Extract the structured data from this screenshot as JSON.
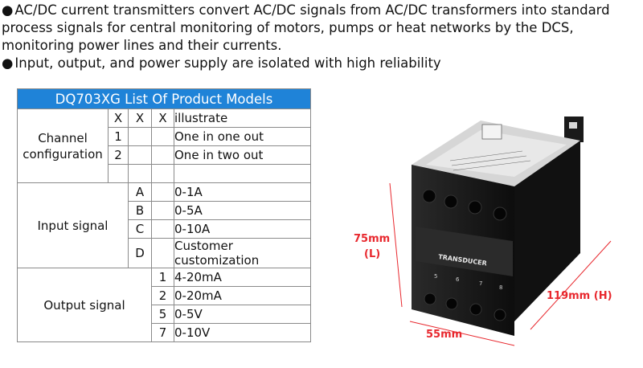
{
  "intro": {
    "line1": "AC/DC current transmitters convert AC/DC signals from AC/DC transformers into standard",
    "line2": "process signals for central monitoring of motors, pumps or heat networks by the DCS,",
    "line3": "monitoring power lines and their currents.",
    "line4": "Input, output, and power supply are isolated with high reliability"
  },
  "table": {
    "title": "DQ703XG List Of Product Models",
    "header": {
      "c1": "X",
      "c2": "X",
      "c3": "X",
      "desc": "illustrate"
    },
    "channel": {
      "label_line1": "Channel",
      "label_line2": "configuration",
      "rows": [
        {
          "code": "1",
          "desc": "One in one out"
        },
        {
          "code": "2",
          "desc": "One in two out"
        }
      ]
    },
    "input": {
      "label": "Input signal",
      "rows": [
        {
          "code": "A",
          "desc": "0-1A"
        },
        {
          "code": "B",
          "desc": "0-5A"
        },
        {
          "code": "C",
          "desc": "0-10A"
        },
        {
          "code": "D",
          "desc": "Customer customization"
        }
      ]
    },
    "output": {
      "label": "Output signal",
      "rows": [
        {
          "code": "1",
          "desc": "4-20mA"
        },
        {
          "code": "2",
          "desc": "0-20mA"
        },
        {
          "code": "5",
          "desc": "0-5V"
        },
        {
          "code": "7",
          "desc": "0-10V"
        }
      ]
    }
  },
  "product": {
    "label_front": "TRANSDUCER",
    "terminals": [
      "5",
      "6",
      "7",
      "8"
    ],
    "dims": {
      "length": "75mm",
      "length_tag": "(L)",
      "height": "119mm (H)",
      "width": "55mm"
    }
  },
  "colors": {
    "accent": "#1f83d8",
    "dim": "#e8282e"
  }
}
